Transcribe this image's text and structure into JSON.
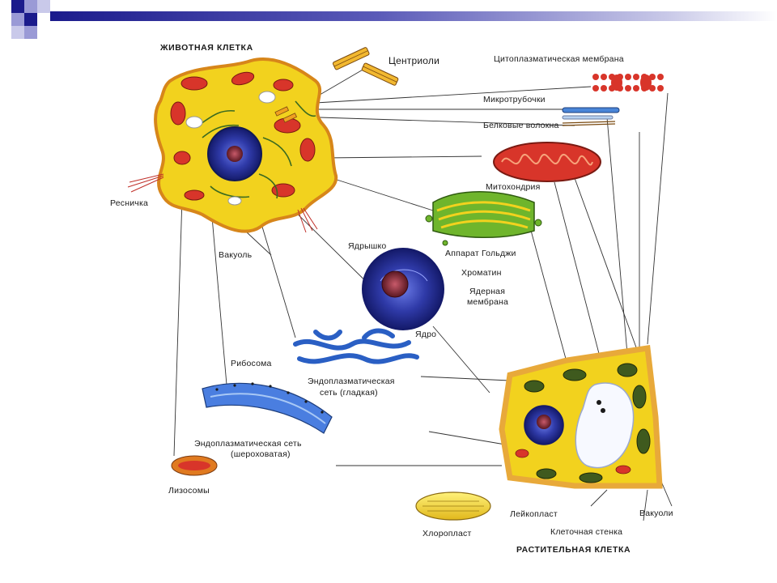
{
  "labels": {
    "animal_cell": "ЖИВОТНАЯ КЛЕТКА",
    "centrioles": "Центриоли",
    "plasma_membrane": "Цитоплазматическая мембрана",
    "microtubules": "Микротрубочки",
    "protein_fibers": "Белковые волокна",
    "mitochondrion": "Митохондрия",
    "cilium": "Ресничка",
    "golgi": "Аппарат Гольджи",
    "vacuole": "Вакуоль",
    "nucleolus": "Ядрышко",
    "chromatin": "Хроматин",
    "nuclear_membrane_1": "Ядерная",
    "nuclear_membrane_2": "мембрана",
    "nucleus": "Ядро",
    "ribosome": "Рибосома",
    "smooth_er_1": "Эндоплазматическая",
    "smooth_er_2": "сеть (гладкая)",
    "rough_er_1": "Эндоплазматическая сеть",
    "rough_er_2": "(шероховатая)",
    "lysosomes": "Лизосомы",
    "leucoplast": "Лейкопласт",
    "vacuoles": "Вакуоли",
    "chloroplast": "Хлоропласт",
    "cell_wall": "Клеточная стенка",
    "plant_cell": "РАСТИТЕЛЬНАЯ КЛЕТКА"
  },
  "colors": {
    "cytoplasm": "#f2d21e",
    "cell_outline": "#d7861a",
    "mitochondria": "#d8352a",
    "nucleus": "#2f3aa8",
    "nucleolus": "#8a2b3a",
    "golgi": "#6fb52c",
    "er": "#2a5fc4",
    "chloroplast": "#3f5a1e",
    "plant_wall": "#e8a93a",
    "accent_bar": "#1b1b8c"
  }
}
